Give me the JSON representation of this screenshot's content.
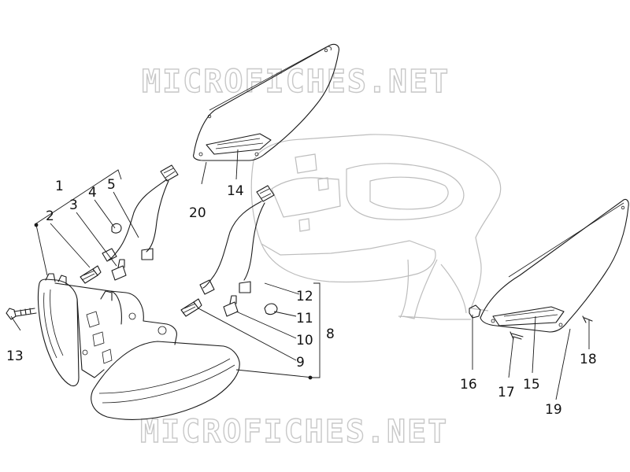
{
  "watermark": {
    "text": "MICROFICHES.NET"
  },
  "callouts": {
    "c1": "1",
    "c2": "2",
    "c3": "3",
    "c4": "4",
    "c5": "5",
    "c8": "8",
    "c9": "9",
    "c10": "10",
    "c11": "11",
    "c12": "12",
    "c13": "13",
    "c14": "14",
    "c15": "15",
    "c16": "16",
    "c17": "17",
    "c18": "18",
    "c19": "19",
    "c20": "20"
  }
}
